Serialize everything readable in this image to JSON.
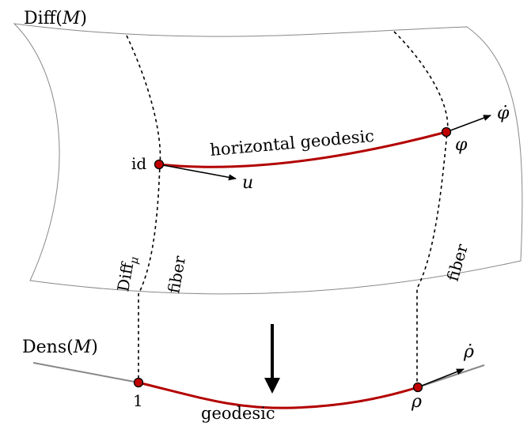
{
  "labels": {
    "diff_prefix": "Diff(",
    "diff_var": "M",
    "diff_suffix": ")",
    "dens_prefix": "Dens(",
    "dens_var": "M",
    "dens_suffix": ")",
    "horizontal_geodesic": "horizontal geodesic",
    "geodesic": "geodesic",
    "fiber_left": "fiber",
    "fiber_right": "fiber",
    "diff_mu_main": "Diff",
    "diff_mu_sub": "μ",
    "id": "id",
    "u": "u",
    "phi": "φ",
    "phi_dot": "φ̇",
    "one": "1",
    "rho": "ρ",
    "rho_dot": "ρ̇"
  },
  "colors": {
    "curve": "#b30000",
    "point_fill": "#c00000",
    "surface_edge": "#888888",
    "base_line": "#888888",
    "ink": "#000000"
  }
}
